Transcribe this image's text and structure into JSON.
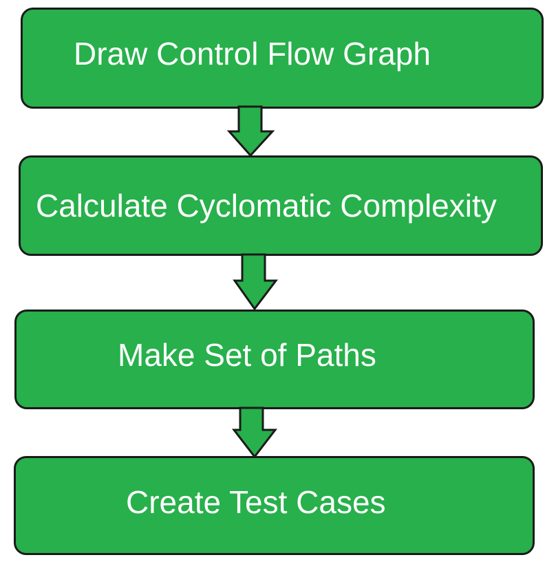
{
  "flowchart": {
    "steps": [
      {
        "label": "Draw Control Flow Graph"
      },
      {
        "label": "Calculate Cyclomatic Complexity"
      },
      {
        "label": "Make Set of Paths"
      },
      {
        "label": "Create Test Cases"
      }
    ],
    "box_color": "#27b04b",
    "arrow_color": "#27b04b",
    "border_color": "#1a1a1a",
    "text_color": "#ffffff"
  }
}
